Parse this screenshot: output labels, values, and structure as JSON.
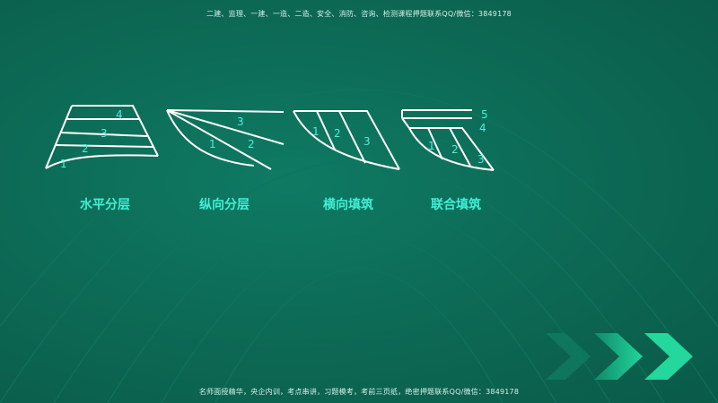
{
  "banners": {
    "top": "二建、监理、一建、一造、二造、安全、消防、咨询、检测课程押题联系QQ/微信：3849178",
    "bottom": "名师面授精华，央企内训，考点串讲，习题模考，考前三页纸，绝密押题联系QQ/微信：3849178"
  },
  "diagrams": [
    {
      "caption": "水平分层",
      "layers": [
        "1",
        "2",
        "3",
        "4"
      ]
    },
    {
      "caption": "纵向分层",
      "layers": [
        "1",
        "2",
        "3"
      ]
    },
    {
      "caption": "横向填筑",
      "layers": [
        "1",
        "2",
        "3"
      ]
    },
    {
      "caption": "联合填筑",
      "layers": [
        "1",
        "2",
        "3",
        "4",
        "5"
      ]
    }
  ],
  "colors": {
    "background": "#0c6b56",
    "caption": "#3ff0d6",
    "layer_number": "#48f0dc",
    "line": "#ffffff",
    "chevron": "#21c48f"
  }
}
